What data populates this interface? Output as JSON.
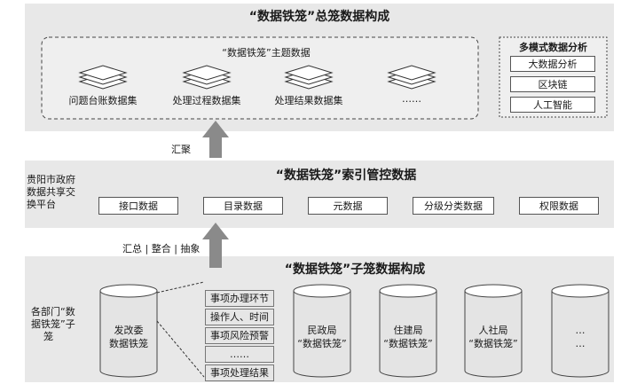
{
  "top": {
    "title": "“数据铁笼”总笼数据构成",
    "theme_title": "“数据铁笼”主题数据",
    "datasets": [
      "问题台账数据集",
      "处理过程数据集",
      "处理结果数据集",
      "……"
    ],
    "analysis_title": "多模式数据分析",
    "analysis_items": [
      "大数据分析",
      "区块链",
      "人工智能"
    ]
  },
  "arrow_up_top_label": "汇聚",
  "middle": {
    "title": "“数据铁笼”索引管控数据",
    "platform_label": [
      "贵阳市政府",
      "数据共享交",
      "换平台"
    ],
    "boxes": [
      "接口数据",
      "目录数据",
      "元数据",
      "分级分类数据",
      "权限数据"
    ]
  },
  "arrow_up_bottom_label": "汇总 | 整合 | 抽象",
  "bottom": {
    "title": "“数据铁笼”子笼数据构成",
    "dept_label": [
      "各部门“数",
      "据铁笼”子",
      "笼"
    ],
    "cylinders": [
      {
        "line1": "发改委",
        "line2": "数据铁笼"
      },
      {
        "line1": "民政局",
        "line2": "“数据铁笼”"
      },
      {
        "line1": "住建局",
        "line2": "“数据铁笼”"
      },
      {
        "line1": "人社局",
        "line2": "“数据铁笼”"
      },
      {
        "line1": "…",
        "line2": "…"
      }
    ],
    "process_steps": [
      "事项办理环节",
      "操作人、时间",
      "事项风险预警",
      "……",
      "事项处理结果"
    ]
  }
}
